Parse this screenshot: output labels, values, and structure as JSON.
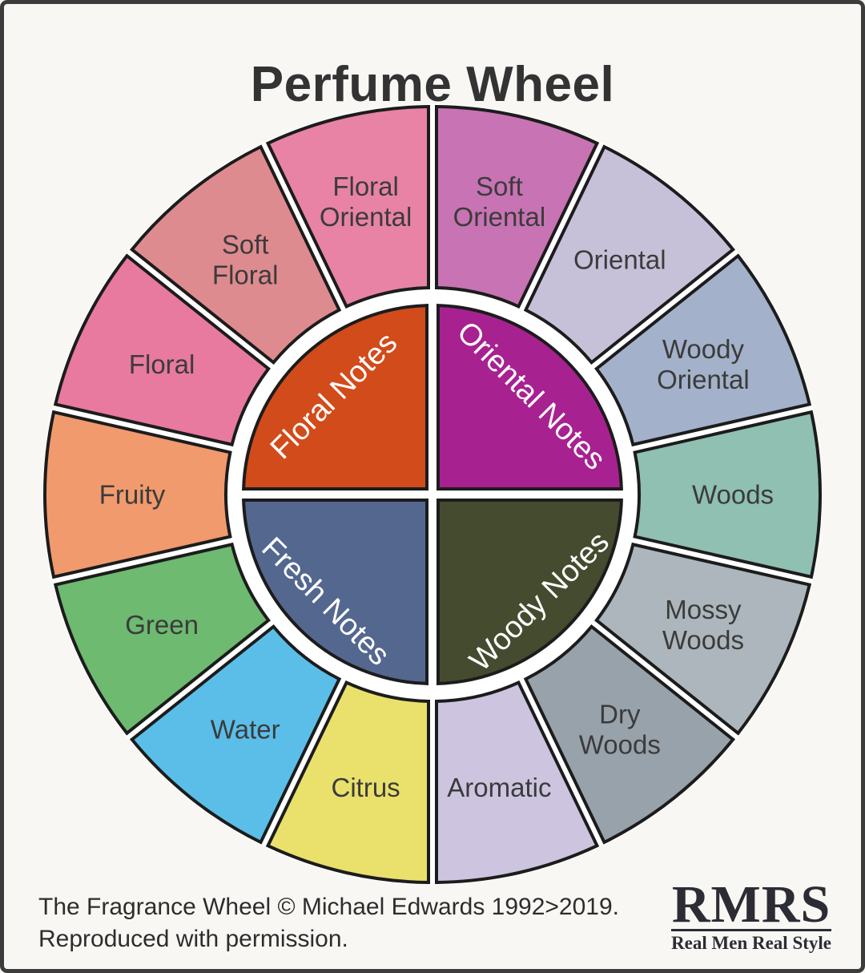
{
  "title": "Perfume Wheel",
  "caption": {
    "line1": "The Fragrance Wheel © Michael Edwards 1992>2019.",
    "line2": "Reproduced with permission."
  },
  "logo": {
    "acronym": "RMRS",
    "tagline": "Real Men Real Style"
  },
  "colors": {
    "background": "#f8f7f4",
    "frame": "#3c3c3c",
    "outline": "#1c1c1c",
    "ring_background": "#ffffff",
    "segment_label": "#3b3b3b",
    "quadrant_label": "#ffffff"
  },
  "chart_data": {
    "type": "pie",
    "title": "Perfume Wheel",
    "description": "Fragrance wheel: 4 inner note families (quarter-circle quadrants) surrounded by 14 equal outer sub-family segments, listed clockwise starting at 12 o'clock",
    "inner_quadrants": [
      {
        "label": "Floral Notes",
        "position": "top-left",
        "color": "#d24b1a"
      },
      {
        "label": "Oriental Notes",
        "position": "top-right",
        "color": "#a82190"
      },
      {
        "label": "Fresh Notes",
        "position": "bottom-left",
        "color": "#54678f"
      },
      {
        "label": "Woody Notes",
        "position": "bottom-right",
        "color": "#454b2e"
      }
    ],
    "outer_segments_clockwise_from_top": [
      {
        "label": "Soft Oriental",
        "lines": [
          "Soft",
          "Oriental"
        ],
        "color": "#c873b3",
        "family": "Oriental Notes"
      },
      {
        "label": "Oriental",
        "lines": [
          "Oriental"
        ],
        "color": "#c6c1d8",
        "family": "Oriental Notes"
      },
      {
        "label": "Woody Oriental",
        "lines": [
          "Woody",
          "Oriental"
        ],
        "color": "#a3b1ca",
        "family": "Oriental Notes"
      },
      {
        "label": "Woods",
        "lines": [
          "Woods"
        ],
        "color": "#8fc0b1",
        "family": "Woody Notes"
      },
      {
        "label": "Mossy Woods",
        "lines": [
          "Mossy",
          "Woods"
        ],
        "color": "#acb6bc",
        "family": "Woody Notes"
      },
      {
        "label": "Dry Woods",
        "lines": [
          "Dry",
          "Woods"
        ],
        "color": "#98a2ab",
        "family": "Woody Notes"
      },
      {
        "label": "Aromatic",
        "lines": [
          "Aromatic"
        ],
        "color": "#cdc4e0",
        "family": "Fresh Notes"
      },
      {
        "label": "Citrus",
        "lines": [
          "Citrus"
        ],
        "color": "#e9e16c",
        "family": "Fresh Notes"
      },
      {
        "label": "Water",
        "lines": [
          "Water"
        ],
        "color": "#5bbee8",
        "family": "Fresh Notes"
      },
      {
        "label": "Green",
        "lines": [
          "Green"
        ],
        "color": "#6dba70",
        "family": "Fresh Notes"
      },
      {
        "label": "Fruity",
        "lines": [
          "Fruity"
        ],
        "color": "#f09a6e",
        "family": "Floral Notes"
      },
      {
        "label": "Floral",
        "lines": [
          "Floral"
        ],
        "color": "#e8799f",
        "family": "Floral Notes"
      },
      {
        "label": "Soft Floral",
        "lines": [
          "Soft",
          "Floral"
        ],
        "color": "#de8b90",
        "family": "Floral Notes"
      },
      {
        "label": "Floral Oriental",
        "lines": [
          "Floral",
          "Oriental"
        ],
        "color": "#e883a5",
        "family": "Floral Notes"
      }
    ]
  }
}
